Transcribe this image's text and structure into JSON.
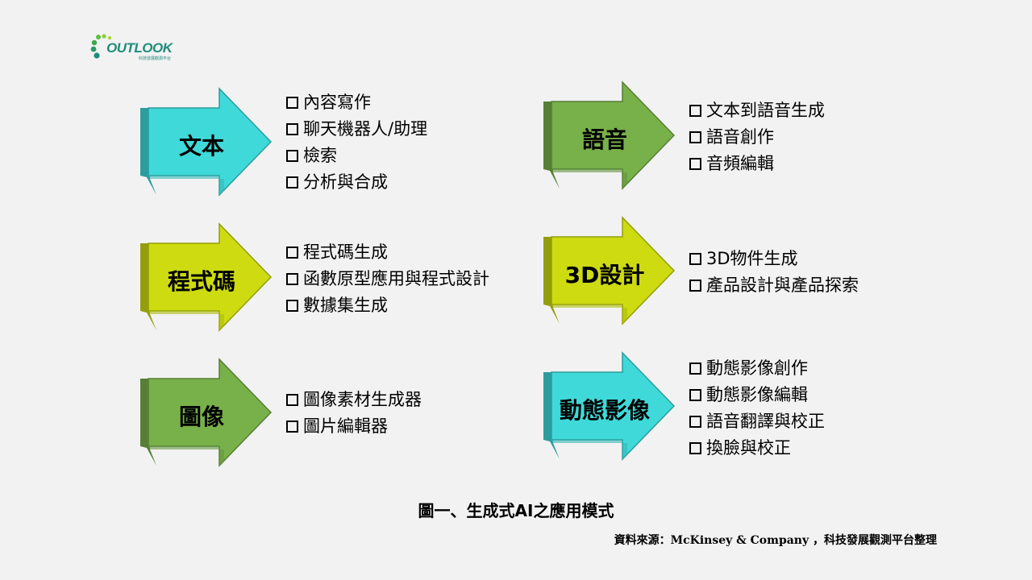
{
  "logo": {
    "text": "OUTLOOK",
    "subtitle": "科技發展觀測平台"
  },
  "colors": {
    "cyan": "#3fd9d9",
    "green": "#78b04a",
    "yellow": "#cddb10"
  },
  "categories": [
    {
      "label": "文本",
      "color": "cyan",
      "items": [
        "內容寫作",
        "聊天機器人/助理",
        "檢索",
        "分析與合成"
      ]
    },
    {
      "label": "語音",
      "color": "green",
      "items": [
        "文本到語音生成",
        "語音創作",
        "音頻編輯"
      ]
    },
    {
      "label": "程式碼",
      "color": "yellow",
      "items": [
        "程式碼生成",
        "函數原型應用與程式設計",
        "數據集生成"
      ]
    },
    {
      "label": "3D設計",
      "color": "yellow",
      "items": [
        "3D物件生成",
        "產品設計與產品探索"
      ]
    },
    {
      "label": "圖像",
      "color": "green",
      "items": [
        "圖像素材生成器",
        "圖片編輯器"
      ]
    },
    {
      "label": "動態影像",
      "color": "cyan",
      "items": [
        "動態影像創作",
        "動態影像編輯",
        "語音翻譯與校正",
        "換臉與校正"
      ]
    }
  ],
  "caption": "圖一、生成式AI之應用模式",
  "source": "資料來源：McKinsey & Company ，科技發展觀測平台整理"
}
